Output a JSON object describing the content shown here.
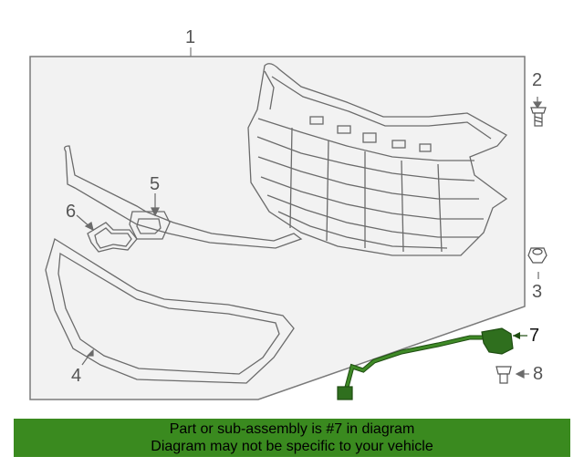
{
  "callouts": {
    "c1": "1",
    "c2": "2",
    "c3": "3",
    "c4": "4",
    "c5": "5",
    "c6": "6",
    "c7": "7",
    "c8": "8"
  },
  "banner": {
    "line1": "Part or sub-assembly is #7 in diagram",
    "line2": "Diagram may not be specific to your vehicle"
  },
  "colors": {
    "line": "#6b6b6b",
    "highlight": "#2f6f1e",
    "banner_bg": "#3a8a1f",
    "panel_fill": "#f2f2f2"
  }
}
